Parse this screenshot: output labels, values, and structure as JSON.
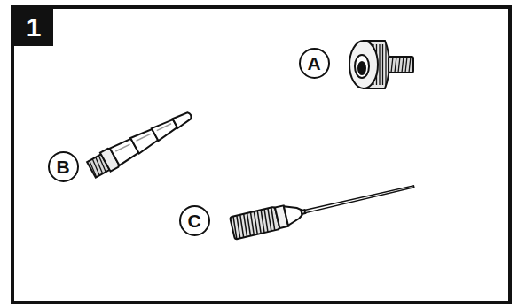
{
  "diagram": {
    "nodes": [
      {
        "text": [
          "1"
        ]
      },
      {
        "text": [
          "A"
        ]
      },
      {
        "text": [
          "B"
        ]
      },
      {
        "text": [
          "C"
        ]
      }
    ]
  }
}
